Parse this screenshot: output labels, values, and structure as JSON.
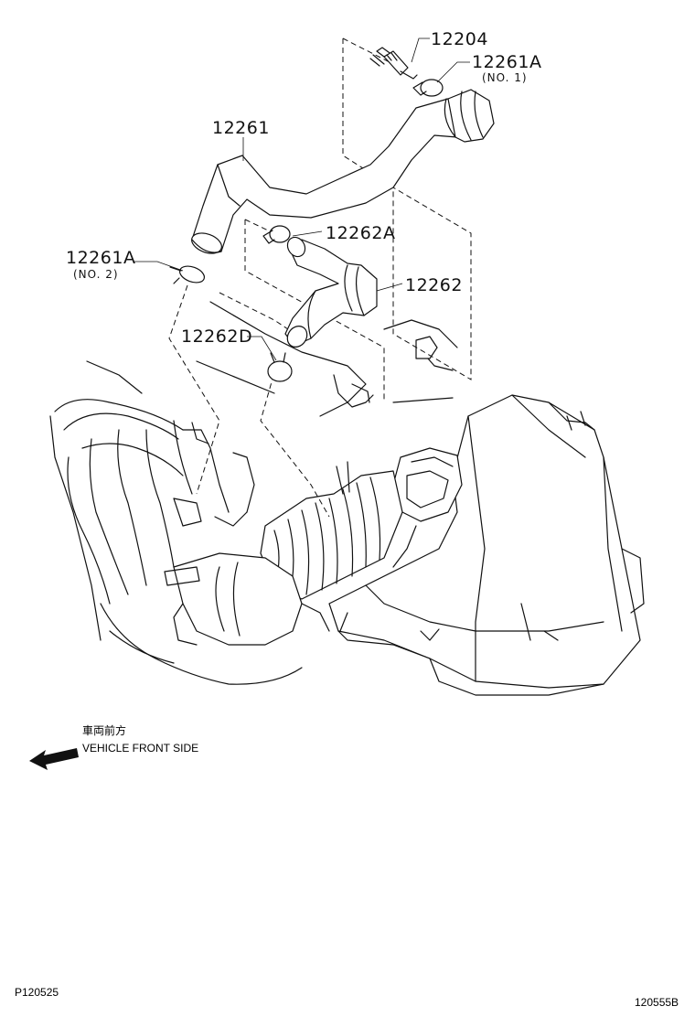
{
  "parts": {
    "p12204": "12204",
    "p12261A_1": "12261A",
    "p12261A_1_sub": "(NO. 1)",
    "p12261": "12261",
    "p12262A": "12262A",
    "p12261A_2": "12261A",
    "p12261A_2_sub": "(NO. 2)",
    "p12262": "12262",
    "p12262D": "12262D"
  },
  "direction": {
    "japanese": "車両前方",
    "english": "VEHICLE FRONT SIDE"
  },
  "footer": {
    "left_code": "P120525",
    "right_code": "120555B"
  }
}
